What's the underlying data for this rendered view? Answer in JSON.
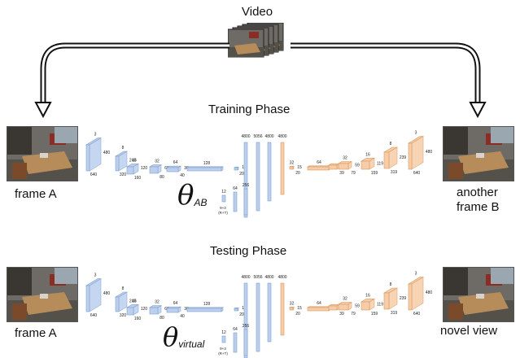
{
  "title": "Video",
  "training_phase": {
    "label": "Training Phase",
    "input_label": "frame A",
    "output_label_line1": "another",
    "output_label_line2": "frame B",
    "theta_symbol": "θ",
    "theta_subscript": "AB"
  },
  "testing_phase": {
    "label": "Testing Phase",
    "input_label": "frame A",
    "output_label": "novel view",
    "theta_symbol": "θ",
    "theta_subscript": "virtual"
  },
  "network_labels": {
    "enc": [
      {
        "top": "3",
        "mid": "480",
        "bot": "640"
      },
      {
        "top": "8",
        "mid": "240",
        "bot": "320"
      },
      {
        "top": "16",
        "mid": "120",
        "bot": "160"
      },
      {
        "top": "32",
        "mid": "60",
        "bot": "80"
      },
      {
        "top": "64",
        "mid": "30",
        "bot": "40"
      },
      {
        "top": "128",
        "mid": "",
        "bot": ""
      },
      {
        "top": "",
        "mid": "15",
        "bot": "20"
      }
    ],
    "fc_top": [
      "4800",
      "5056",
      "4800",
      "4800"
    ],
    "branch": [
      "12",
      "64",
      "256"
    ],
    "branch_note": "9+3",
    "branch_note2": "(R+T)",
    "dec": [
      {
        "top": "32",
        "mid": "15",
        "bot": "20"
      },
      {
        "top": "64",
        "mid": "",
        "bot": ""
      },
      {
        "top": "",
        "mid": "29",
        "bot": "39"
      },
      {
        "top": "32",
        "mid": "59",
        "bot": "79"
      },
      {
        "top": "16",
        "mid": "119",
        "bot": "159"
      },
      {
        "top": "8",
        "mid": "239",
        "bot": "319"
      },
      {
        "top": "3",
        "mid": "480",
        "bot": "640"
      }
    ]
  },
  "colors": {
    "encoder_fill": "#bcd0ee",
    "encoder_stroke": "#7f9fcf",
    "decoder_fill": "#f6cda8",
    "decoder_stroke": "#d9985f",
    "arrow": "#111111"
  }
}
